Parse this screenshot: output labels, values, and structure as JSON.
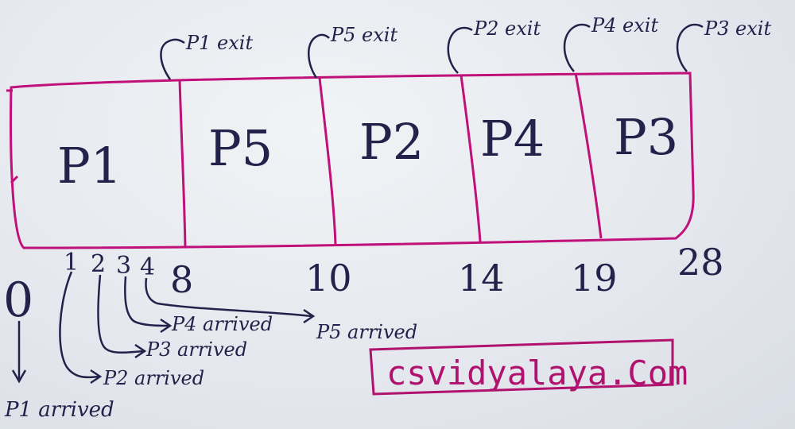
{
  "colors": {
    "ink": "#23224a",
    "marker": "#c0107a",
    "paper": "#e8ebf0"
  },
  "diagram": {
    "blocks": [
      "P1",
      "P5",
      "P2",
      "P4",
      "P3"
    ],
    "exits": [
      "P1 exit",
      "P5 exit",
      "P2 exit",
      "P4 exit",
      "P3 exit"
    ],
    "times": [
      "0",
      "8",
      "10",
      "14",
      "19",
      "28"
    ],
    "arrival_ticks": [
      "1",
      "2",
      "3",
      "4"
    ],
    "arrivals": [
      "P1 arrived",
      "P2 arrived",
      "P3 arrived",
      "P4 arrived",
      "P5 arrived"
    ]
  },
  "watermark": "csvidyalaya.Com"
}
